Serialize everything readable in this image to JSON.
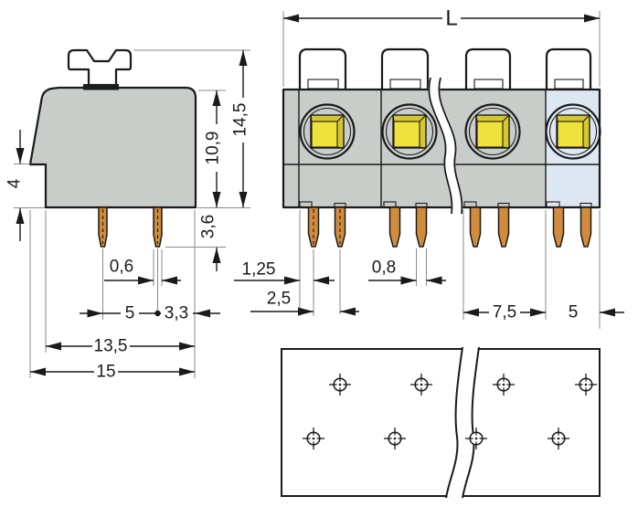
{
  "colors": {
    "background": "#ffffff",
    "line": "#1a1a1a",
    "ext_line_gray": "#8a8a8a",
    "body_gray": "#c9cdca",
    "end_unit_blue": "#dce7f2",
    "button_yellow": "#efe23c",
    "button_yellow_shade": "#d5c72e",
    "pin_copper": "#d08c3c"
  },
  "side_view": {
    "dimensions": {
      "total_height": "14,5",
      "body_height": "10,9",
      "rear_step": "4",
      "pin_length": "3,6",
      "pin_width": "0,6",
      "pin_row_spacing": "5",
      "pin_to_edge": "3,3",
      "depth_inner": "13,5",
      "depth_total": "15"
    }
  },
  "front_view": {
    "poles_visible": 4,
    "dimensions": {
      "overall_length": "L",
      "edge_to_first_pin": "1,25",
      "pin_pair_spacing": "2,5",
      "pin_width": "0,8",
      "pole_pitch": "7,5",
      "end_section_width": "5"
    }
  },
  "pcb_plan": {
    "hole_rows": 2,
    "holes_per_row_visible": 4
  }
}
